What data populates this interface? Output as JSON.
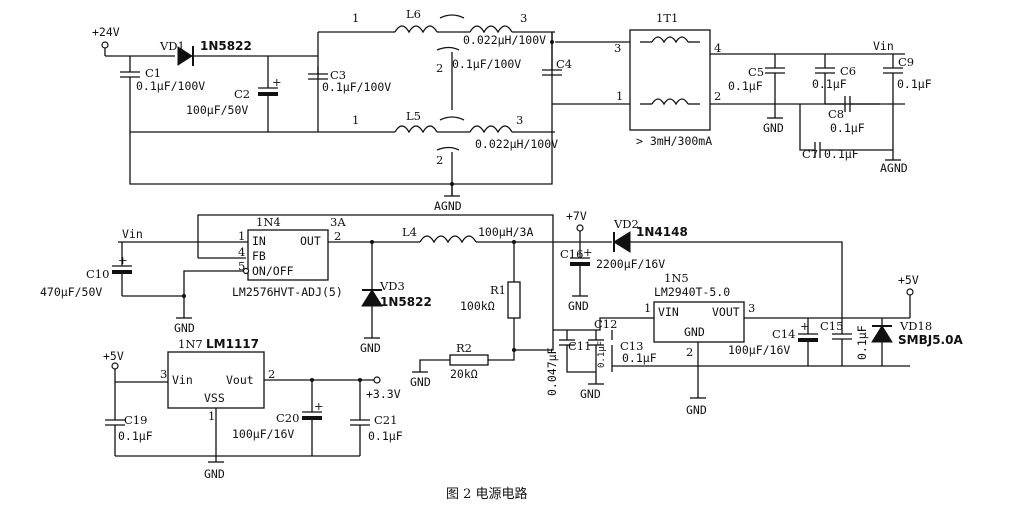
{
  "figure": {
    "caption": "图 2   电源电路"
  },
  "nets": {
    "plus24v": "+24V",
    "vin_top": "Vin",
    "vin_mid": "Vin",
    "plus7v": "+7V",
    "plus5v_right": "+5V",
    "plus5v_left": "+5V",
    "plus3v3": "+3.3V",
    "agnd_bottom": "AGND",
    "agnd_right": "AGND",
    "gnd": "GND"
  },
  "components": {
    "vd1": {
      "ref": "VD1",
      "part": "1N5822"
    },
    "c1": {
      "ref": "C1",
      "value": "0.1μF/100V"
    },
    "c2": {
      "ref": "C2",
      "value": "100μF/50V"
    },
    "c3": {
      "ref": "C3",
      "value": "0.1μF/100V"
    },
    "l6": {
      "ref": "L6",
      "value": "0.022μH/100V"
    },
    "c4": {
      "ref": "C4",
      "value": "0.1μF/100V"
    },
    "l5": {
      "ref": "L5",
      "value": "0.022μH/100V"
    },
    "t1": {
      "ref": "1T1",
      "value": "> 3mH/300mA"
    },
    "c5": {
      "ref": "C5",
      "value": "0.1μF"
    },
    "c6": {
      "ref": "C6",
      "value": "0.1μF"
    },
    "c8": {
      "ref": "C8",
      "value": "0.1μF"
    },
    "c7": {
      "ref": "C7",
      "value": "0.1μF"
    },
    "c9": {
      "ref": "C9",
      "value": "0.1μF"
    },
    "n4": {
      "ref": "1N4",
      "current": "3A",
      "part": "LM2576HVT-ADJ(5)",
      "pin_in": "IN",
      "pin_fb": "FB",
      "pin_onoff": "ON/OFF",
      "pin_out": "OUT"
    },
    "c10": {
      "ref": "C10",
      "value": "470μF/50V"
    },
    "vd3": {
      "ref": "VD3",
      "part": "1N5822"
    },
    "l4": {
      "ref": "L4",
      "value": "100μH/3A"
    },
    "r1": {
      "ref": "R1",
      "value": "100kΩ"
    },
    "r2": {
      "ref": "R2",
      "value": "20kΩ"
    },
    "c16": {
      "ref": "C16",
      "value": "2200μF/16V"
    },
    "vd2": {
      "ref": "VD2",
      "part": "1N4148"
    },
    "n5": {
      "ref": "1N5",
      "part": "LM2940T-5.0",
      "pin_vin": "VIN",
      "pin_vout": "VOUT",
      "pin_gnd": "GND"
    },
    "c11": {
      "ref": "C11",
      "value": "0.047μF"
    },
    "c12": {
      "ref": "C12",
      "value": "0.1μF"
    },
    "c13": {
      "ref": "C13",
      "value": "0.1μF"
    },
    "c14": {
      "ref": "C14",
      "value": "100μF/16V"
    },
    "c15": {
      "ref": "C15",
      "value": "0.1μF"
    },
    "vd18": {
      "ref": "VD18",
      "part": "SMBJ5.0A"
    },
    "n7": {
      "ref": "1N7",
      "part": "LM1117",
      "pin_vin": "Vin",
      "pin_vout": "Vout",
      "pin_vss": "VSS"
    },
    "c19": {
      "ref": "C19",
      "value": "0.1μF"
    },
    "c20": {
      "ref": "C20",
      "value": "100μF/16V"
    },
    "c21": {
      "ref": "C21",
      "value": "0.1μF"
    }
  },
  "pins": {
    "p1": "1",
    "p2": "2",
    "p3": "3",
    "p4": "4",
    "p5": "5"
  }
}
